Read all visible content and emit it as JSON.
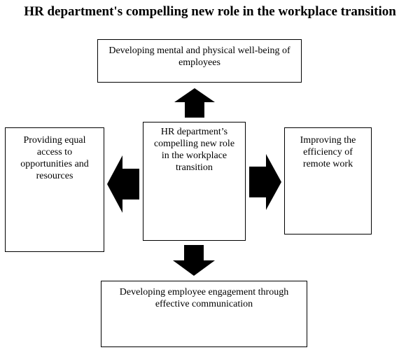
{
  "title": "HR department's compelling new role in the workplace transition",
  "center": "HR department’s compelling new role in the workplace transition",
  "top": "Developing mental and physical well-being of employees",
  "left": "Providing equal access to opportunities and resources",
  "right": "Improving the efficiency of remote work",
  "bottom": "Developing employee engagement through effective communication",
  "colors": {
    "arrow": "#000000",
    "border": "#000000",
    "background": "#ffffff"
  }
}
